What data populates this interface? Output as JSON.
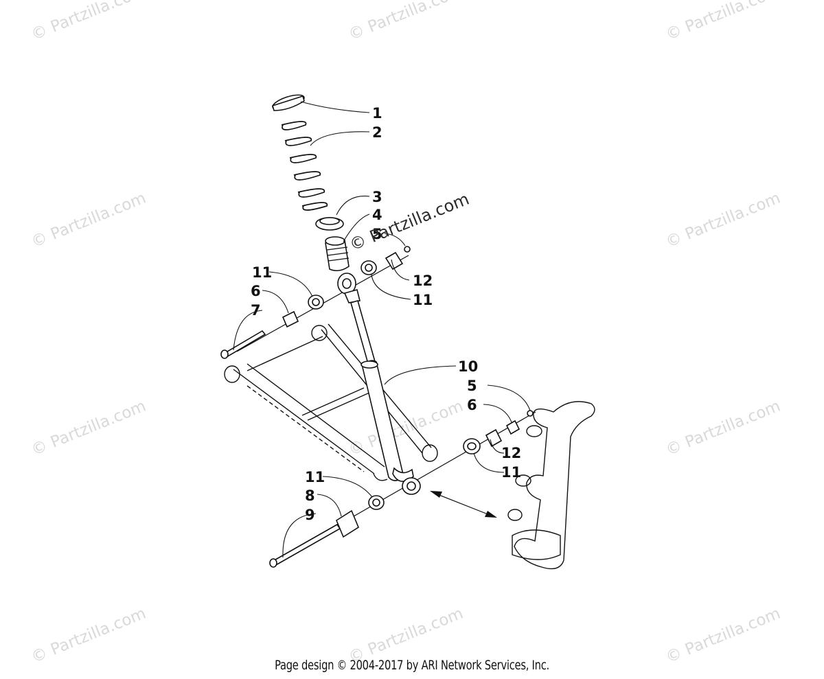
{
  "watermark": "© Partzilla.com",
  "callouts": [
    "1",
    "2",
    "3",
    "4",
    "5",
    "12",
    "11",
    "11",
    "6",
    "7",
    "10",
    "5",
    "6",
    "12",
    "11",
    "11",
    "8",
    "9"
  ],
  "footer": "Page design © 2004-2017 by ARI Network Services, Inc."
}
